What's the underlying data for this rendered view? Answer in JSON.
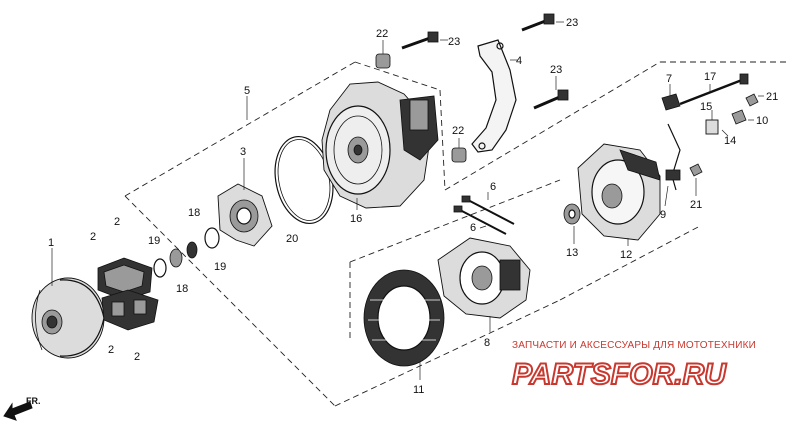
{
  "diagram": {
    "callouts": [
      {
        "id": "c1",
        "label": "1"
      },
      {
        "id": "c2a",
        "label": "2"
      },
      {
        "id": "c2b",
        "label": "2"
      },
      {
        "id": "c2c",
        "label": "2"
      },
      {
        "id": "c2d",
        "label": "2"
      },
      {
        "id": "c3",
        "label": "3"
      },
      {
        "id": "c4",
        "label": "4"
      },
      {
        "id": "c5",
        "label": "5"
      },
      {
        "id": "c6a",
        "label": "6"
      },
      {
        "id": "c6b",
        "label": "6"
      },
      {
        "id": "c7",
        "label": "7"
      },
      {
        "id": "c8",
        "label": "8"
      },
      {
        "id": "c9",
        "label": "9"
      },
      {
        "id": "c10",
        "label": "10"
      },
      {
        "id": "c11",
        "label": "11"
      },
      {
        "id": "c12",
        "label": "12"
      },
      {
        "id": "c13",
        "label": "13"
      },
      {
        "id": "c14",
        "label": "14"
      },
      {
        "id": "c15",
        "label": "15"
      },
      {
        "id": "c16",
        "label": "16"
      },
      {
        "id": "c17",
        "label": "17"
      },
      {
        "id": "c18a",
        "label": "18"
      },
      {
        "id": "c18b",
        "label": "18"
      },
      {
        "id": "c19a",
        "label": "19"
      },
      {
        "id": "c19b",
        "label": "19"
      },
      {
        "id": "c20",
        "label": "20"
      },
      {
        "id": "c21a",
        "label": "21"
      },
      {
        "id": "c21b",
        "label": "21"
      },
      {
        "id": "c22a",
        "label": "22"
      },
      {
        "id": "c22b",
        "label": "22"
      },
      {
        "id": "c23a",
        "label": "23"
      },
      {
        "id": "c23b",
        "label": "23"
      },
      {
        "id": "c23c",
        "label": "23"
      }
    ],
    "direction_label": "FR."
  },
  "watermark": {
    "tagline": "ЗАПЧАСТИ И АКСЕССУАРЫ ДЛЯ МОТОТЕХНИКИ",
    "logo": "PARTSFOR.RU"
  },
  "colors": {
    "line": "#111111",
    "watermark": "#c9382f"
  }
}
